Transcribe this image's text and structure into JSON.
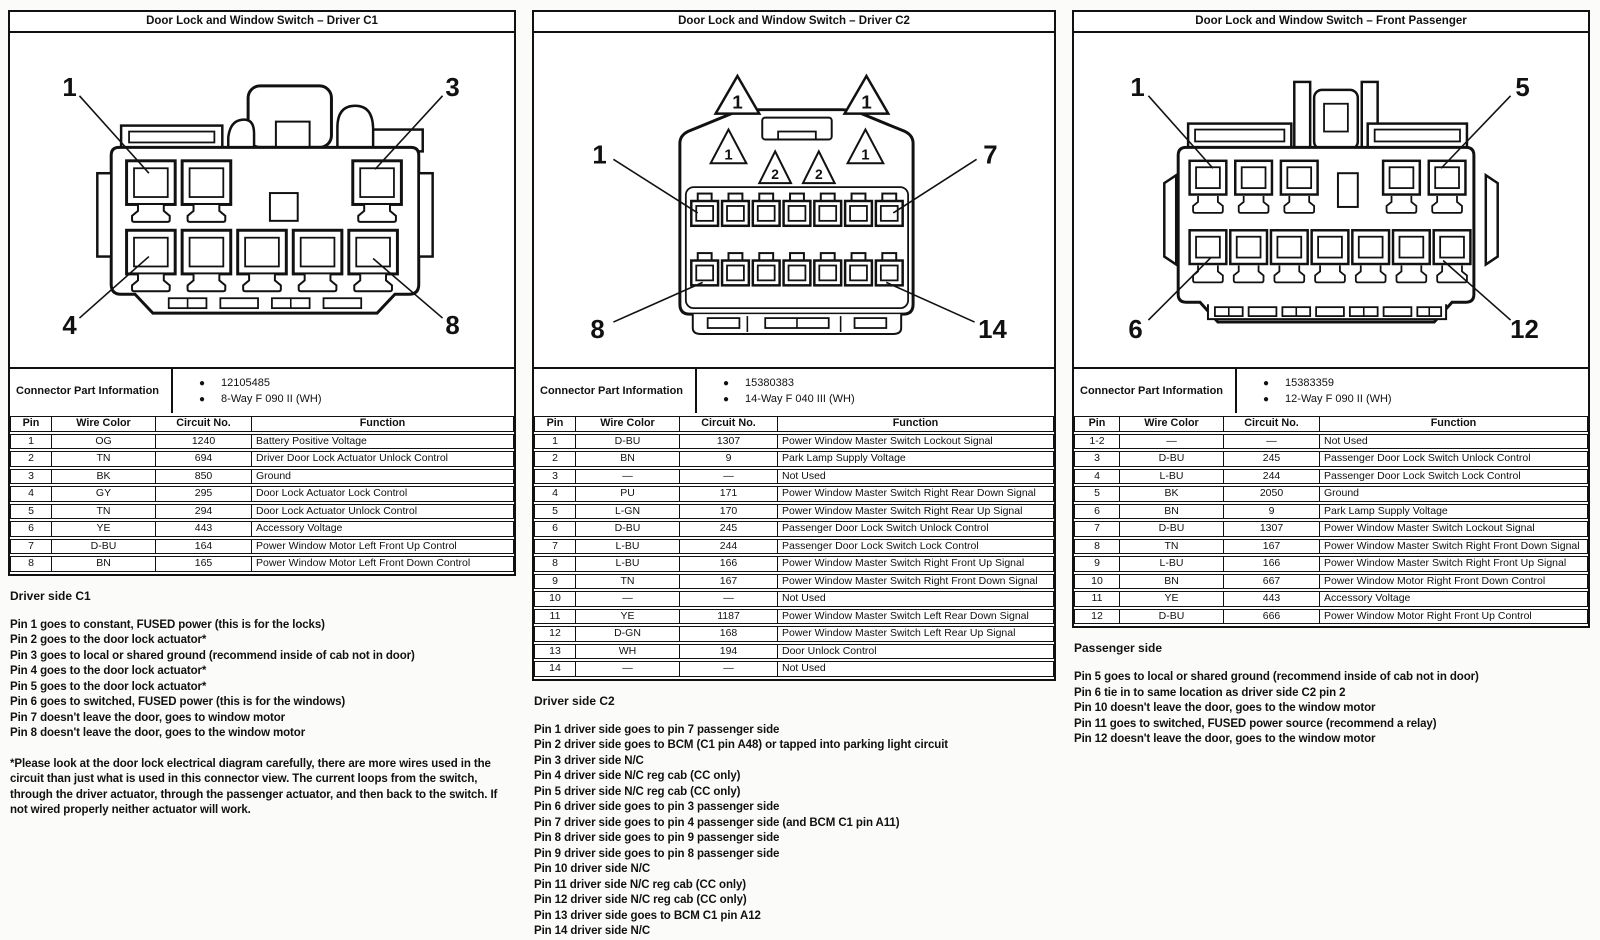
{
  "panels": [
    {
      "title": "Door Lock and Window Switch – Driver C1",
      "connector": {
        "type": "8-way connector face view",
        "callouts": [
          "1",
          "3",
          "4",
          "8"
        ]
      },
      "part_info": {
        "label": "Connector Part Information",
        "items": [
          "12105485",
          "8-Way F 090 II (WH)"
        ]
      },
      "table": {
        "headers": [
          "Pin",
          "Wire Color",
          "Circuit No.",
          "Function"
        ],
        "rows": [
          [
            "1",
            "OG",
            "1240",
            "Battery Positive Voltage"
          ],
          [
            "2",
            "TN",
            "694",
            "Driver Door Lock Actuator Unlock Control"
          ],
          [
            "3",
            "BK",
            "850",
            "Ground"
          ],
          [
            "4",
            "GY",
            "295",
            "Door Lock Actuator Lock Control"
          ],
          [
            "5",
            "TN",
            "294",
            "Door Lock Actuator Unlock Control"
          ],
          [
            "6",
            "YE",
            "443",
            "Accessory Voltage"
          ],
          [
            "7",
            "D-BU",
            "164",
            "Power Window Motor Left Front Up Control"
          ],
          [
            "8",
            "BN",
            "165",
            "Power Window Motor Left Front Down Control"
          ]
        ]
      },
      "notes_heading": "Driver side C1",
      "notes": [
        "Pin 1 goes to constant, FUSED power (this is for the locks)",
        "Pin 2 goes to the door lock actuator*",
        "Pin 3 goes to local or shared ground (recommend inside of cab not in door)",
        "Pin 4 goes to the door lock actuator*",
        "Pin 5 goes to the door lock actuator*",
        "Pin 6 goes to switched, FUSED power (this is for the windows)",
        "Pin 7 doesn't leave the door, goes to window motor",
        "Pin 8 doesn't leave the door, goes to the window motor"
      ],
      "footnote": "*Please look at the door lock electrical diagram carefully, there are more wires used in the circuit than just what is used in this connector view. The current loops from the switch, through the driver actuator, through the passenger actuator, and then back to the switch. If not wired properly neither actuator will work."
    },
    {
      "title": "Door Lock and Window Switch – Driver C2",
      "connector": {
        "type": "14-way connector face view",
        "callouts": [
          "1",
          "7",
          "8",
          "14"
        ],
        "triangle_markers_outer": [
          "1",
          "1"
        ],
        "triangle_markers_inner": [
          "1",
          "1"
        ],
        "triangle_markers_mid": [
          "2",
          "2"
        ]
      },
      "part_info": {
        "label": "Connector Part Information",
        "items": [
          "15380383",
          "14-Way F 040 III (WH)"
        ]
      },
      "table": {
        "headers": [
          "Pin",
          "Wire Color",
          "Circuit No.",
          "Function"
        ],
        "rows": [
          [
            "1",
            "D-BU",
            "1307",
            "Power Window Master Switch Lockout Signal"
          ],
          [
            "2",
            "BN",
            "9",
            "Park Lamp Supply Voltage"
          ],
          [
            "3",
            "—",
            "—",
            "Not Used"
          ],
          [
            "4",
            "PU",
            "171",
            "Power Window Master Switch Right Rear Down Signal"
          ],
          [
            "5",
            "L-GN",
            "170",
            "Power Window Master Switch Right Rear Up Signal"
          ],
          [
            "6",
            "D-BU",
            "245",
            "Passenger Door Lock Switch Unlock Control"
          ],
          [
            "7",
            "L-BU",
            "244",
            "Passenger Door Lock Switch Lock Control"
          ],
          [
            "8",
            "L-BU",
            "166",
            "Power Window Master Switch Right Front Up Signal"
          ],
          [
            "9",
            "TN",
            "167",
            "Power Window Master Switch Right Front Down Signal"
          ],
          [
            "10",
            "—",
            "—",
            "Not Used"
          ],
          [
            "11",
            "YE",
            "1187",
            "Power Window Master Switch Left Rear Down Signal"
          ],
          [
            "12",
            "D-GN",
            "168",
            "Power Window Master Switch Left Rear Up Signal"
          ],
          [
            "13",
            "WH",
            "194",
            "Door Unlock Control"
          ],
          [
            "14",
            "—",
            "—",
            "Not Used"
          ]
        ]
      },
      "notes_heading": "Driver side C2",
      "notes": [
        "Pin 1 driver side goes to pin 7 passenger side",
        "Pin 2 driver side goes to BCM (C1 pin A48) or tapped into parking light circuit",
        "Pin 3 driver side N/C",
        "Pin 4 driver side N/C reg cab (CC only)",
        "Pin 5 driver side N/C reg cab (CC only)",
        "Pin 6 driver side goes to pin 3 passenger side",
        "Pin 7 driver side goes to pin 4 passenger side (and BCM C1 pin A11)",
        "Pin 8 driver side goes to pin 9 passenger side",
        "Pin 9 driver side goes to pin 8 passenger side",
        "Pin 10 driver side N/C",
        "Pin 11 driver side N/C reg cab (CC only)",
        "Pin 12 driver side N/C reg cab (CC only)",
        "Pin 13 driver side goes to BCM C1 pin A12",
        "Pin 14 driver side N/C"
      ],
      "footnote": ""
    },
    {
      "title": "Door Lock and Window Switch – Front Passenger",
      "connector": {
        "type": "12-way connector face view",
        "callouts": [
          "1",
          "5",
          "6",
          "12"
        ]
      },
      "part_info": {
        "label": "Connector Part Information",
        "items": [
          "15383359",
          "12-Way F 090 II (WH)"
        ]
      },
      "table": {
        "headers": [
          "Pin",
          "Wire Color",
          "Circuit No.",
          "Function"
        ],
        "rows": [
          [
            "1-2",
            "—",
            "—",
            "Not Used"
          ],
          [
            "3",
            "D-BU",
            "245",
            "Passenger Door Lock Switch Unlock Control"
          ],
          [
            "4",
            "L-BU",
            "244",
            "Passenger Door Lock Switch Lock Control"
          ],
          [
            "5",
            "BK",
            "2050",
            "Ground"
          ],
          [
            "6",
            "BN",
            "9",
            "Park Lamp Supply Voltage"
          ],
          [
            "7",
            "D-BU",
            "1307",
            "Power Window Master Switch Lockout Signal"
          ],
          [
            "8",
            "TN",
            "167",
            "Power Window Master Switch Right Front Down Signal"
          ],
          [
            "9",
            "L-BU",
            "166",
            "Power Window Master Switch Right Front Up Signal"
          ],
          [
            "10",
            "BN",
            "667",
            "Power Window Motor Right Front Down Control"
          ],
          [
            "11",
            "YE",
            "443",
            "Accessory Voltage"
          ],
          [
            "12",
            "D-BU",
            "666",
            "Power Window Motor Right Front Up Control"
          ]
        ]
      },
      "notes_heading": "Passenger side",
      "notes": [
        "Pin 5 goes to local or shared ground (recommend inside of cab not in door)",
        "Pin 6 tie in to same location as driver side C2 pin 2",
        "Pin 10 doesn't leave the door, goes to the window motor",
        "Pin 11 goes to switched, FUSED power source (recommend a relay)",
        "Pin 12 doesn't leave the door, goes to the window motor"
      ],
      "footnote": ""
    }
  ]
}
